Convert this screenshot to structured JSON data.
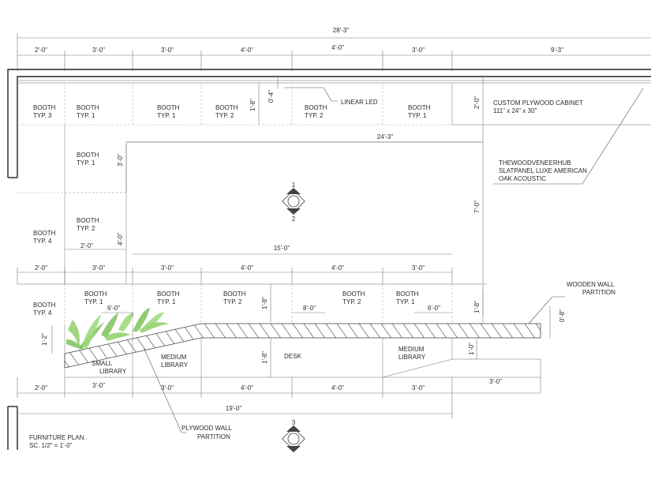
{
  "dimensions": {
    "overall": "28'-3\"",
    "top_row": [
      "2'-0\"",
      "3'-0\"",
      "3'-0\"",
      "4'-0\"",
      "4'-0\"",
      "3'-0\"",
      "9'-3\""
    ],
    "mid_row": [
      "2'-0\"",
      "3'-0\"",
      "3'-0\"",
      "4'-0\"",
      "4'-0\"",
      "3'-0\""
    ],
    "bottom_row": [
      "2'-0\"",
      "3'-0\"",
      "3'-0\"",
      "4'-0\"",
      "4'-0\"",
      "3'-0\""
    ],
    "inner_span": "24'-3\"",
    "mid_span": "15'-0\"",
    "bottom_span": "19'-0\"",
    "led_offset": "0'-4\"",
    "booth_depth": "1'-8\"",
    "cabinet_depth": "2'-0\"",
    "side_booth_depth": "3'-0\"",
    "typ2_depth": "4'-0\"",
    "right_height": "7'-0\"",
    "left_width": "2'-0\"",
    "lower_left_booth_depth": "1'-8\"",
    "library_left_span": "6'-0\"",
    "desk_span": "8'-0\"",
    "library_right_span": "6'-0\"",
    "lower_right_booth_depth": "1'-8\"",
    "wooden_partition_thickness": "0'-8\"",
    "left_library_depth": "1'-2\"",
    "desk_depth": "1'-8\"",
    "right_library_depth": "1'-0\"",
    "right_end": "3'-0\""
  },
  "booths": {
    "b1": "BOOTH\nTYP. 3",
    "b2": "BOOTH\nTYP. 1",
    "b3": "BOOTH\nTYP. 1",
    "b4": "BOOTH\nTYP. 2",
    "b5": "BOOTH\nTYP. 2",
    "b6": "BOOTH\nTYP. 1",
    "b7": "BOOTH\nTYP. 1",
    "b8": "BOOTH\nTYP. 2",
    "b9": "BOOTH\nTYP. 4",
    "b10": "BOOTH\nTYP. 4",
    "b11": "BOOTH\nTYP. 1",
    "b12": "BOOTH\nTYP. 1",
    "b13": "BOOTH\nTYP. 2",
    "b14": "BOOTH\nTYP. 2",
    "b15": "BOOTH\nTYP. 1"
  },
  "labels": {
    "linear_led": "LINEAR LED",
    "cabinet": "CUSTOM  PLYWOOD  CABINET\n111\" x 24\" x 30\"",
    "acoustic": "THEWOODVENEERHUB\nSLATPANEL LUXE AMERICAN\nOAK ACOUSTIC",
    "wooden_partition": "WOODEN WALL\nPARTITION",
    "small_library": "SMALL\nLIBRARY",
    "medium_library_left": "MEDIUM\nLIBRARY",
    "desk": "DESK",
    "medium_library_right": "MEDIUM\nLIBRARY",
    "plywood_partition": "PLYWOOD WALL\nPARTITION",
    "section_marks": [
      "1",
      "2",
      "3"
    ],
    "title": "FURNITURE   PLAN.\nSC. 1/2\" = 1'-0\""
  }
}
